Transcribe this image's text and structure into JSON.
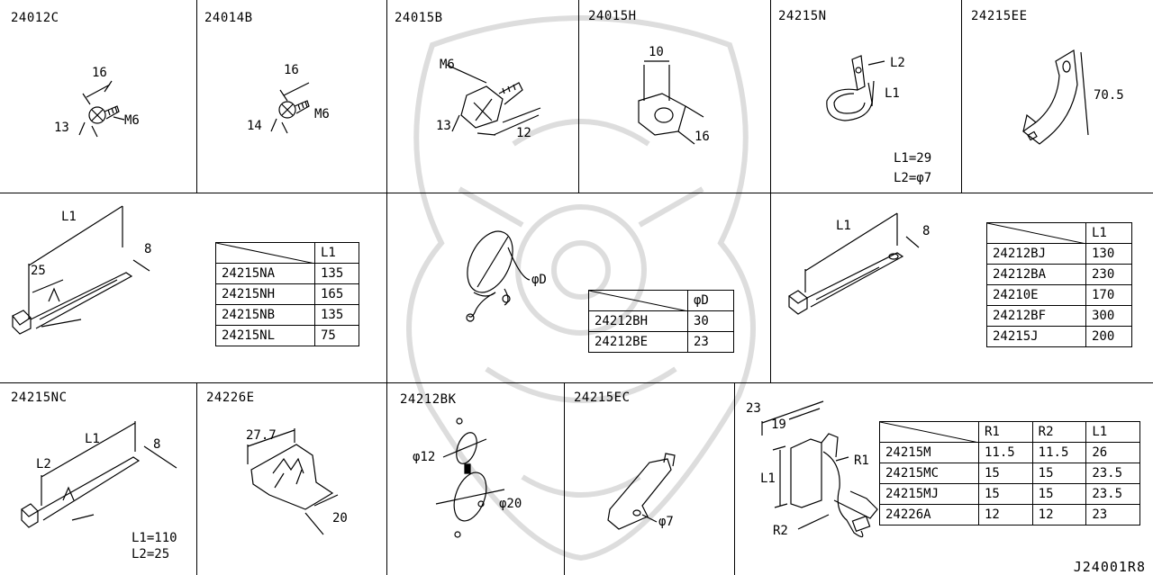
{
  "cells": {
    "c1": {
      "code": "24012C",
      "m": "M6",
      "a": "16",
      "b": "13"
    },
    "c2": {
      "code": "24014B",
      "m": "M6",
      "a": "16",
      "b": "14"
    },
    "c3": {
      "code": "24015B",
      "m": "M6",
      "a": "13",
      "b": "12"
    },
    "c4": {
      "code": "24015H",
      "a": "10",
      "b": "16"
    },
    "c5": {
      "code": "24215N",
      "l2": "L2",
      "l1": "L1",
      "note1": "L1=29",
      "note2": "L2=φ7"
    },
    "c6": {
      "code": "24215EE",
      "a": "70.5"
    },
    "c7": {
      "l1": "L1",
      "a": "25",
      "b": "8"
    },
    "c9": {
      "d": "φD"
    },
    "c10": {
      "l1": "L1",
      "b": "8"
    },
    "c11": {
      "code": "24215NC",
      "l1": "L1",
      "l2": "L2",
      "b": "8",
      "note1": "L1=110",
      "note2": "L2=25"
    },
    "c12": {
      "code": "24226E",
      "a": "27.7",
      "b": "20"
    },
    "c13": {
      "code": "24212BK",
      "a": "φ12",
      "b": "φ20"
    },
    "c14": {
      "code": "24215EC",
      "a": "φ7"
    },
    "c15": {
      "a": "23",
      "b": "19",
      "l1": "L1",
      "r1": "R1",
      "r2": "R2"
    }
  },
  "tables": {
    "t1": {
      "header": [
        "",
        "L1"
      ],
      "rows": [
        [
          "24215NA",
          "135"
        ],
        [
          "24215NH",
          "165"
        ],
        [
          "24215NB",
          "135"
        ],
        [
          "24215NL",
          "75"
        ]
      ]
    },
    "t2": {
      "header": [
        "",
        "φD"
      ],
      "rows": [
        [
          "24212BH",
          "30"
        ],
        [
          "24212BE",
          "23"
        ]
      ]
    },
    "t3": {
      "header": [
        "",
        "L1"
      ],
      "rows": [
        [
          "24212BJ",
          "130"
        ],
        [
          "24212BA",
          "230"
        ],
        [
          "24210E",
          "170"
        ],
        [
          "24212BF",
          "300"
        ],
        [
          "24215J",
          "200"
        ]
      ]
    },
    "t4": {
      "header": [
        "",
        "R1",
        "R2",
        "L1"
      ],
      "rows": [
        [
          "24215M",
          "11.5",
          "11.5",
          "26"
        ],
        [
          "24215MC",
          "15",
          "15",
          "23.5"
        ],
        [
          "24215MJ",
          "15",
          "15",
          "23.5"
        ],
        [
          "24226A",
          "12",
          "12",
          "23"
        ]
      ]
    }
  },
  "footer": {
    "ref": "J24001R8"
  }
}
